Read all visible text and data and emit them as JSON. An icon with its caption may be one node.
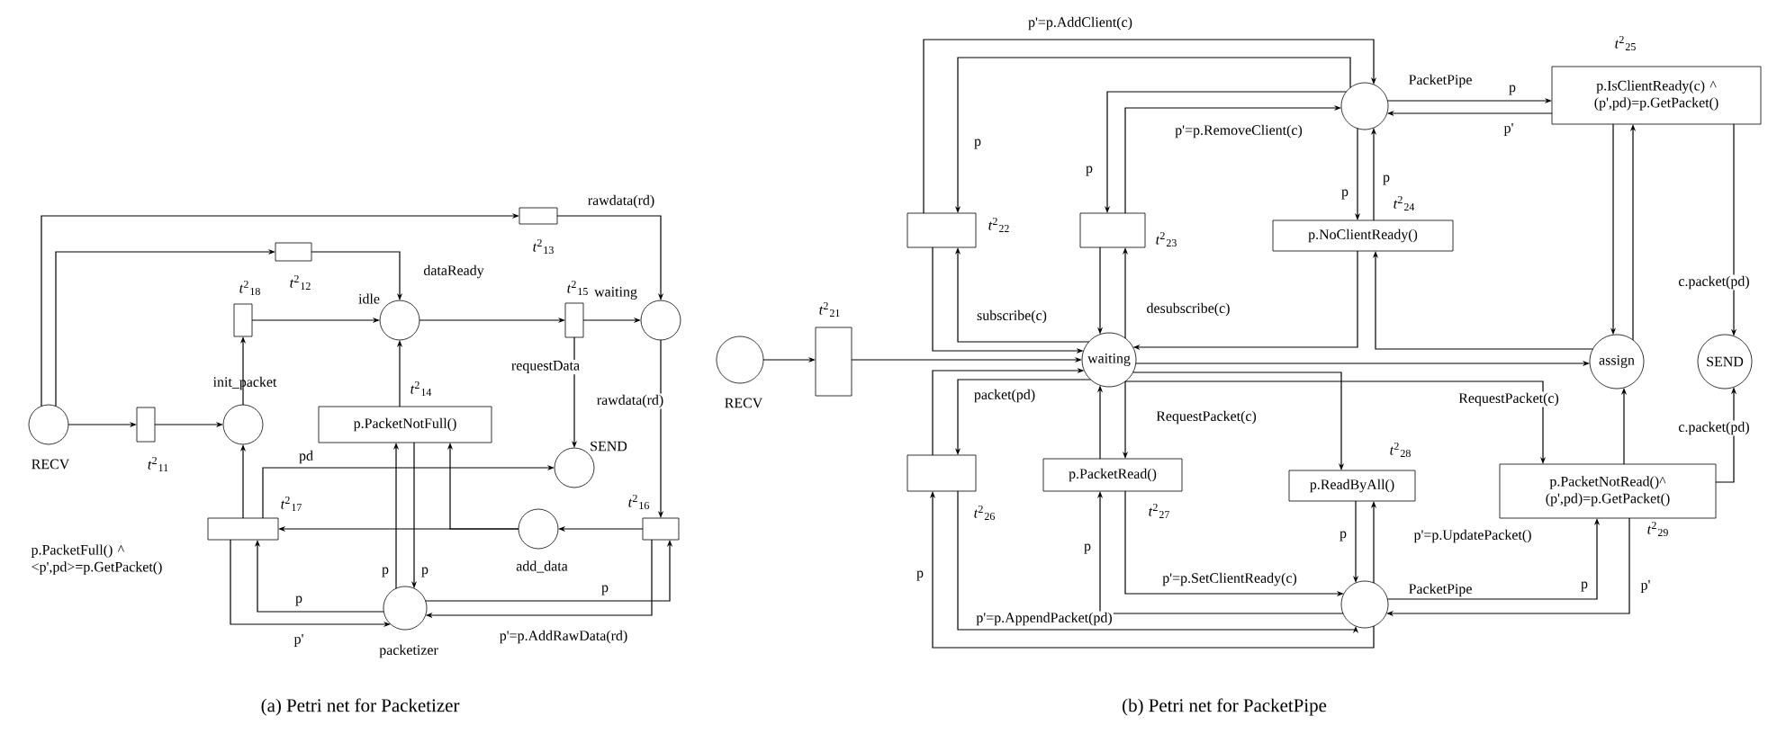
{
  "diagram": {
    "nodes": [
      {
        "text": [],
        "shape": "circle",
        "beside": [
          "RECV"
        ]
      },
      {
        "text": [],
        "shape": "box",
        "beside": [
          "*t*$^{2}$$_{11}$"
        ]
      },
      {
        "text": [],
        "shape": "circle",
        "beside": [
          "init_packet"
        ]
      },
      {
        "text": [],
        "shape": "box",
        "beside": [
          "*t*$^{2}$$_{18}$"
        ]
      },
      {
        "text": [],
        "shape": "box",
        "beside": [
          "*t*$^{2}$$_{12}$"
        ]
      },
      {
        "text": [],
        "shape": "circle",
        "beside": [
          "idle"
        ]
      },
      {
        "text": [],
        "shape": "box",
        "beside": [
          "*t*$^{2}$$_{13}$"
        ]
      },
      {
        "text": [],
        "shape": "box",
        "beside": [
          "*t*$^{2}$$_{15}$"
        ]
      },
      {
        "text": [],
        "shape": "circle",
        "beside": [
          "waiting"
        ]
      },
      {
        "text": [
          "p.PacketNotFull()"
        ],
        "beside": [
          "*t*$^{2}$$_{14}$"
        ]
      },
      {
        "text": [],
        "shape": "circle",
        "beside": [
          "SEND"
        ]
      },
      {
        "text": [],
        "shape": "box",
        "beside": [
          "*t*$^{2}$$_{17}$",
          "p.PacketFull() ^ <p',pd>=p.GetPacket()"
        ]
      },
      {
        "text": [],
        "shape": "circle",
        "beside": [
          "add_data"
        ]
      },
      {
        "text": [],
        "shape": "box",
        "beside": [
          "*t*$^{2}$$_{16}$"
        ]
      },
      {
        "text": [],
        "shape": "circle",
        "beside": [
          "packetizer"
        ]
      },
      {
        "text": [],
        "shape": "circle",
        "beside": [
          "RECV"
        ]
      },
      {
        "text": [],
        "shape": "box",
        "beside": [
          "*t*$^{2}$$_{21}$"
        ]
      },
      {
        "text": [
          "waiting"
        ]
      },
      {
        "text": [],
        "shape": "box",
        "beside": [
          "*t*$^{2}$$_{22}$"
        ]
      },
      {
        "text": [],
        "shape": "box",
        "beside": [
          "*t*$^{2}$$_{23}$"
        ]
      },
      {
        "text": [],
        "shape": "circle",
        "beside": [
          "PacketPipe"
        ]
      },
      {
        "text": [
          "p.NoClientReady()"
        ],
        "beside": [
          "*t*$^{2}$$_{24}$"
        ]
      },
      {
        "text": [
          "p.IsClientReady(c) ^ (p',pd)=p.GetPacket()"
        ],
        "beside": [
          "*t*$^{2}$$_{25}$"
        ]
      },
      {
        "text": [
          "assign"
        ]
      },
      {
        "text": [
          "SEND"
        ]
      },
      {
        "text": [],
        "shape": "box",
        "beside": [
          "*t*$^{2}$$_{26}$"
        ]
      },
      {
        "text": [
          "p.PacketRead()"
        ],
        "beside": [
          "*t*$^{2}$$_{27}$"
        ]
      },
      {
        "text": [
          "p.ReadByAll()"
        ],
        "beside": [
          "*t*$^{2}$$_{28}$"
        ]
      },
      {
        "text": [
          "p.PacketNotRead()^ (p',pd)=p.GetPacket()"
        ],
        "beside": [
          "*t*$^{2}$$_{29}$"
        ]
      },
      {
        "text": [],
        "shape": "circle",
        "beside": [
          "PacketPipe"
        ]
      }
    ],
    "edges": [
      {
        "from": 0,
        "to": 1,
        "arrow": "to"
      },
      {
        "from": 1,
        "to": 2,
        "arrow": "to"
      },
      {
        "from": 0,
        "to": 4,
        "arrow": "to"
      },
      {
        "from": 0,
        "to": 6,
        "arrow": "to"
      },
      {
        "from": 4,
        "to": 5,
        "arrow": "to",
        "label": "dataReady"
      },
      {
        "from": 2,
        "to": 3,
        "arrow": "to"
      },
      {
        "from": 3,
        "to": 5,
        "arrow": "to"
      },
      {
        "from": 6,
        "to": 8,
        "arrow": "to",
        "label": "rawdata(rd)"
      },
      {
        "from": 5,
        "to": 7,
        "arrow": "to"
      },
      {
        "from": 7,
        "to": 8,
        "arrow": "to"
      },
      {
        "from": 7,
        "to": 10,
        "arrow": "to",
        "label": "requestData"
      },
      {
        "from": 8,
        "to": 13,
        "arrow": "to",
        "label": "rawdata(rd)"
      },
      {
        "from": 13,
        "to": 12,
        "arrow": "to"
      },
      {
        "from": 12,
        "to": 9,
        "arrow": "to"
      },
      {
        "from": 12,
        "to": 11,
        "arrow": "to"
      },
      {
        "from": 9,
        "to": 5,
        "arrow": "to"
      },
      {
        "from": 14,
        "to": 9,
        "arrow": "to",
        "label": "p"
      },
      {
        "from": 9,
        "to": 14,
        "arrow": "to",
        "label": "p"
      },
      {
        "from": 14,
        "to": 13,
        "arrow": "to",
        "label": "p"
      },
      {
        "from": 13,
        "to": 14,
        "arrow": "to",
        "label": "p'=p.AddRawData(rd)"
      },
      {
        "from": 11,
        "to": 2,
        "arrow": "to"
      },
      {
        "from": 11,
        "to": 10,
        "arrow": "to",
        "label": "pd"
      },
      {
        "from": 14,
        "to": 11,
        "arrow": "to",
        "label": "p"
      },
      {
        "from": 11,
        "to": 14,
        "arrow": "to",
        "label": "p'"
      },
      {
        "from": 15,
        "to": 16,
        "arrow": "to"
      },
      {
        "from": 16,
        "to": 17,
        "arrow": "to"
      },
      {
        "from": 18,
        "to": 20,
        "arrow": "to",
        "label": "p'=p.AddClient(c)"
      },
      {
        "from": 20,
        "to": 18,
        "arrow": "to",
        "label": "p"
      },
      {
        "from": 18,
        "to": 17,
        "arrow": "to"
      },
      {
        "from": 17,
        "to": 18,
        "arrow": "to",
        "label": "subscribe(c)"
      },
      {
        "from": 20,
        "to": 19,
        "arrow": "to",
        "label": "p"
      },
      {
        "from": 19,
        "to": 20,
        "arrow": "to",
        "label": "p'=p.RemoveClient(c)"
      },
      {
        "from": 17,
        "to": 19,
        "arrow": "to",
        "label": "desubscribe(c)"
      },
      {
        "from": 19,
        "to": 17,
        "arrow": "to"
      },
      {
        "from": 20,
        "to": 21,
        "arrow": "to",
        "label": "p"
      },
      {
        "from": 21,
        "to": 20,
        "arrow": "to",
        "label": "p"
      },
      {
        "from": 21,
        "to": 17,
        "arrow": "to"
      },
      {
        "from": 23,
        "to": 21,
        "arrow": "to"
      },
      {
        "from": 20,
        "to": 22,
        "arrow": "to",
        "label": "p"
      },
      {
        "from": 22,
        "to": 20,
        "arrow": "to",
        "label": "p'"
      },
      {
        "from": 22,
        "to": 23,
        "arrow": "to"
      },
      {
        "from": 23,
        "to": 22,
        "arrow": "to"
      },
      {
        "from": 22,
        "to": 24,
        "arrow": "to",
        "label": "c.packet(pd)"
      },
      {
        "from": 17,
        "to": 25,
        "arrow": "to",
        "label": "packet(pd)"
      },
      {
        "from": 25,
        "to": 17,
        "arrow": "to"
      },
      {
        "from": 29,
        "to": 25,
        "arrow": "to",
        "label": "p"
      },
      {
        "from": 25,
        "to": 29,
        "arrow": "to",
        "label": "p'=p.AppendPacket(pd)"
      },
      {
        "from": 17,
        "to": 26,
        "arrow": "to",
        "label": "RequestPacket(c)"
      },
      {
        "from": 26,
        "to": 17,
        "arrow": "to"
      },
      {
        "from": 26,
        "to": 29,
        "arrow": "to",
        "label": "p'=p.SetClientReady(c)"
      },
      {
        "from": 29,
        "to": 26,
        "arrow": "to",
        "label": "p"
      },
      {
        "from": 17,
        "to": 27,
        "arrow": "to"
      },
      {
        "from": 27,
        "to": 29,
        "arrow": "to",
        "label": "p"
      },
      {
        "from": 29,
        "to": 27,
        "arrow": "to",
        "label": "p'=p.UpdatePacket()"
      },
      {
        "from": 17,
        "to": 28,
        "arrow": "to",
        "label": "RequestPacket(c)"
      },
      {
        "from": 17,
        "to": 23,
        "arrow": "to"
      },
      {
        "from": 28,
        "to": 23,
        "arrow": "to"
      },
      {
        "from": 28,
        "to": 24,
        "arrow": "to",
        "label": "c.packet(pd)"
      },
      {
        "from": 29,
        "to": 28,
        "arrow": "to",
        "label": "p"
      },
      {
        "from": 28,
        "to": 29,
        "arrow": "to",
        "label": "p'"
      }
    ],
    "labels": [
      "(a) Petri net for Packetizer",
      "(b) Petri net for PacketPipe"
    ]
  }
}
